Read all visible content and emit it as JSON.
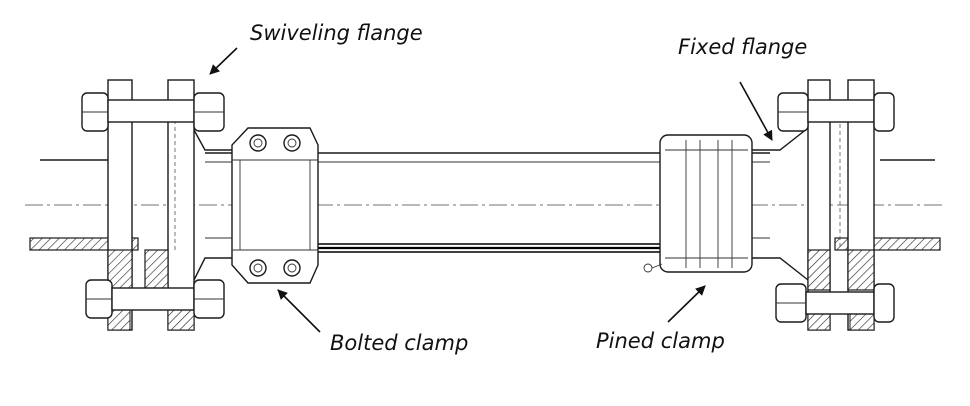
{
  "labels": {
    "swiveling_flange": "Swiveling flange",
    "fixed_flange": "Fixed flange",
    "bolted_clamp": "Bolted clamp",
    "pined_clamp": "Pined clamp"
  }
}
